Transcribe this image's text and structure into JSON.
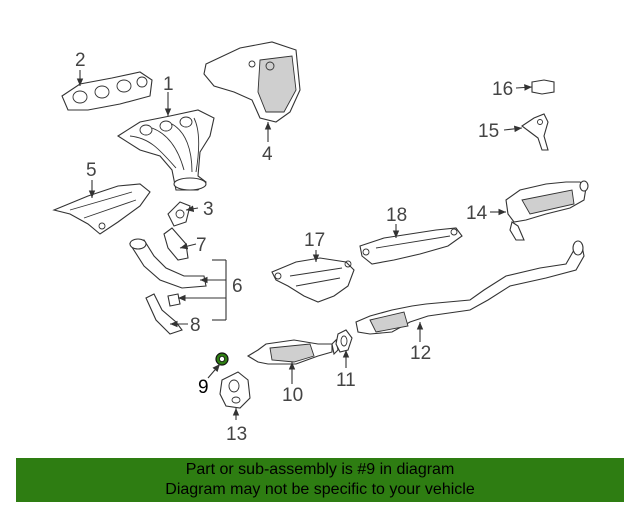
{
  "diagram": {
    "callouts": [
      "1",
      "2",
      "3",
      "4",
      "5",
      "6",
      "7",
      "8",
      "9",
      "10",
      "11",
      "12",
      "13",
      "14",
      "15",
      "16",
      "17"
    ],
    "callout_18": "18",
    "highlighted_callout": "9",
    "highlight_color": "#2e7d12"
  },
  "banner": {
    "line1": "Part or sub-assembly is #9 in diagram",
    "line2": "Diagram may not be specific to your vehicle",
    "background": "#2e7d12"
  }
}
